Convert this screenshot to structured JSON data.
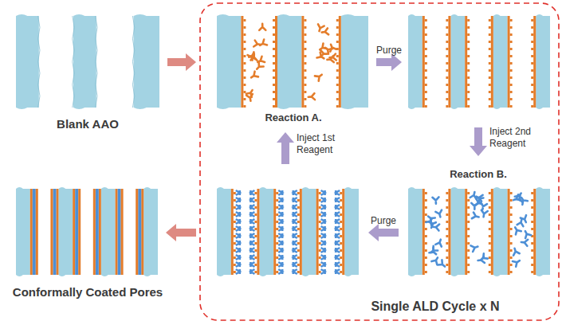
{
  "diagram": {
    "labels": [
      "Blank AAO",
      "Reaction A.",
      "Purge",
      "Inject 2nd Reagent",
      "Reaction B.",
      "Purge",
      "Inject 1st Reagent",
      "Conformally Coated Pores",
      "Single ALD Cycle x N"
    ]
  }
}
